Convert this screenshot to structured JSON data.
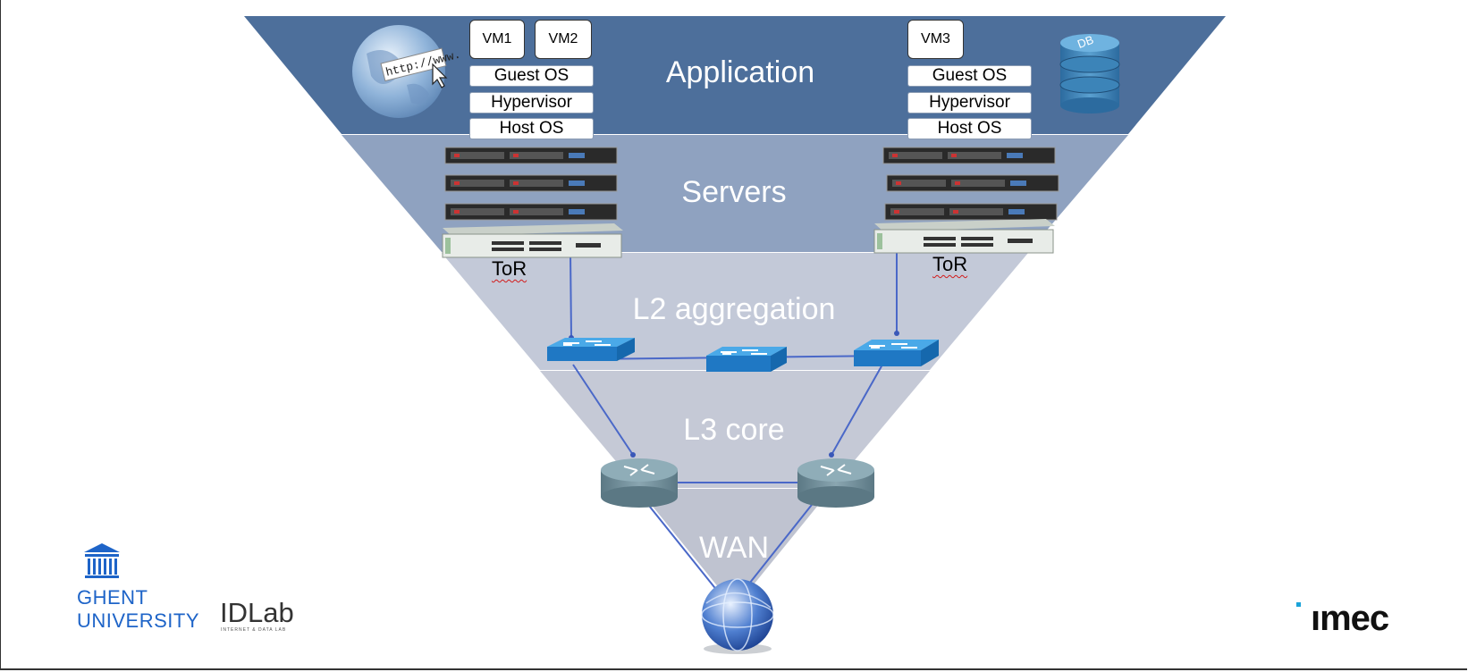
{
  "layers": {
    "application": "Application",
    "servers": "Servers",
    "l2": "L2 aggregation",
    "l3": "L3 core",
    "wan": "WAN"
  },
  "left_stack": {
    "vm1": "VM1",
    "vm2": "VM2",
    "guest_os": "Guest OS",
    "hypervisor": "Hypervisor",
    "host_os": "Host OS",
    "tor": "ToR"
  },
  "right_stack": {
    "vm3": "VM3",
    "guest_os": "Guest OS",
    "hypervisor": "Hypervisor",
    "host_os": "Host OS",
    "tor": "ToR"
  },
  "icons": {
    "web_globe": "http://www.",
    "database": "DB"
  },
  "logos": {
    "ghent_line1": "GHENT",
    "ghent_line2": "UNIVERSITY",
    "idlab": "IDLab",
    "idlab_sub": "INTERNET & DATA LAB",
    "imec": "ımec"
  },
  "colors": {
    "application_band": "#4d6f9b",
    "servers_band": "#8fa2c0",
    "l2_band": "#c3c9d8",
    "l3_band": "#c5c9d6",
    "wan_band": "#bfc3d0",
    "link": "#4a68c8",
    "switch": "#2f8fd6",
    "router": "#6d8a96",
    "ghent_blue": "#1e64c8"
  }
}
